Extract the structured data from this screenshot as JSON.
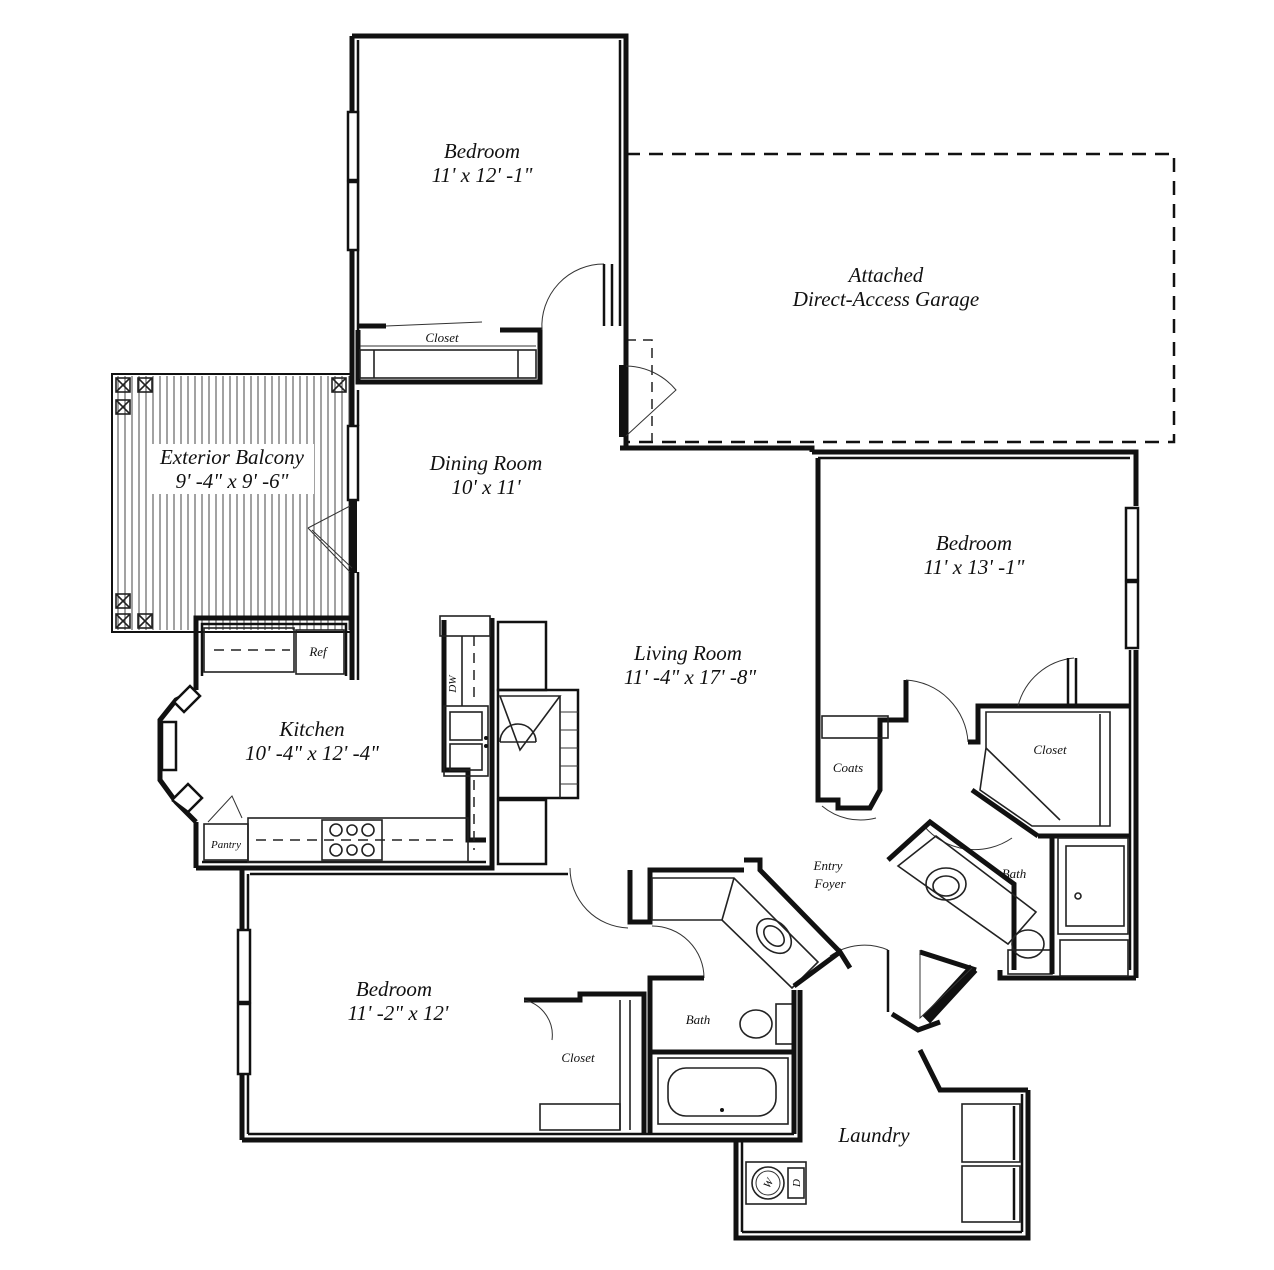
{
  "rooms": {
    "bedroom_top": {
      "name": "Bedroom",
      "dims": "11' x 12' -1\""
    },
    "garage": {
      "line1": "Attached",
      "line2": "Direct-Access Garage"
    },
    "balcony": {
      "name": "Exterior Balcony",
      "dims": "9' -4\" x 9' -6\""
    },
    "dining": {
      "name": "Dining Room",
      "dims": "10' x 11'"
    },
    "bedroom_right": {
      "name": "Bedroom",
      "dims": "11' x 13' -1\""
    },
    "living": {
      "name": "Living Room",
      "dims": "11' -4\" x 17' -8\""
    },
    "kitchen": {
      "name": "Kitchen",
      "dims": "10' -4\" x 12' -4\""
    },
    "bedroom_bottom": {
      "name": "Bedroom",
      "dims": "11' -2\" x 12'"
    },
    "bath_center": {
      "name": "Bath"
    },
    "bath_right": {
      "name": "Bath"
    },
    "laundry": {
      "name": "Laundry"
    },
    "foyer": {
      "line1": "Entry",
      "line2": "Foyer"
    }
  },
  "labels": {
    "closet_top": "Closet",
    "closet_right": "Closet",
    "closet_bottom": "Closet",
    "coats": "Coats",
    "pantry": "Pantry",
    "ref": "Ref",
    "dw": "DW",
    "washer": "W",
    "dryer": "D"
  }
}
